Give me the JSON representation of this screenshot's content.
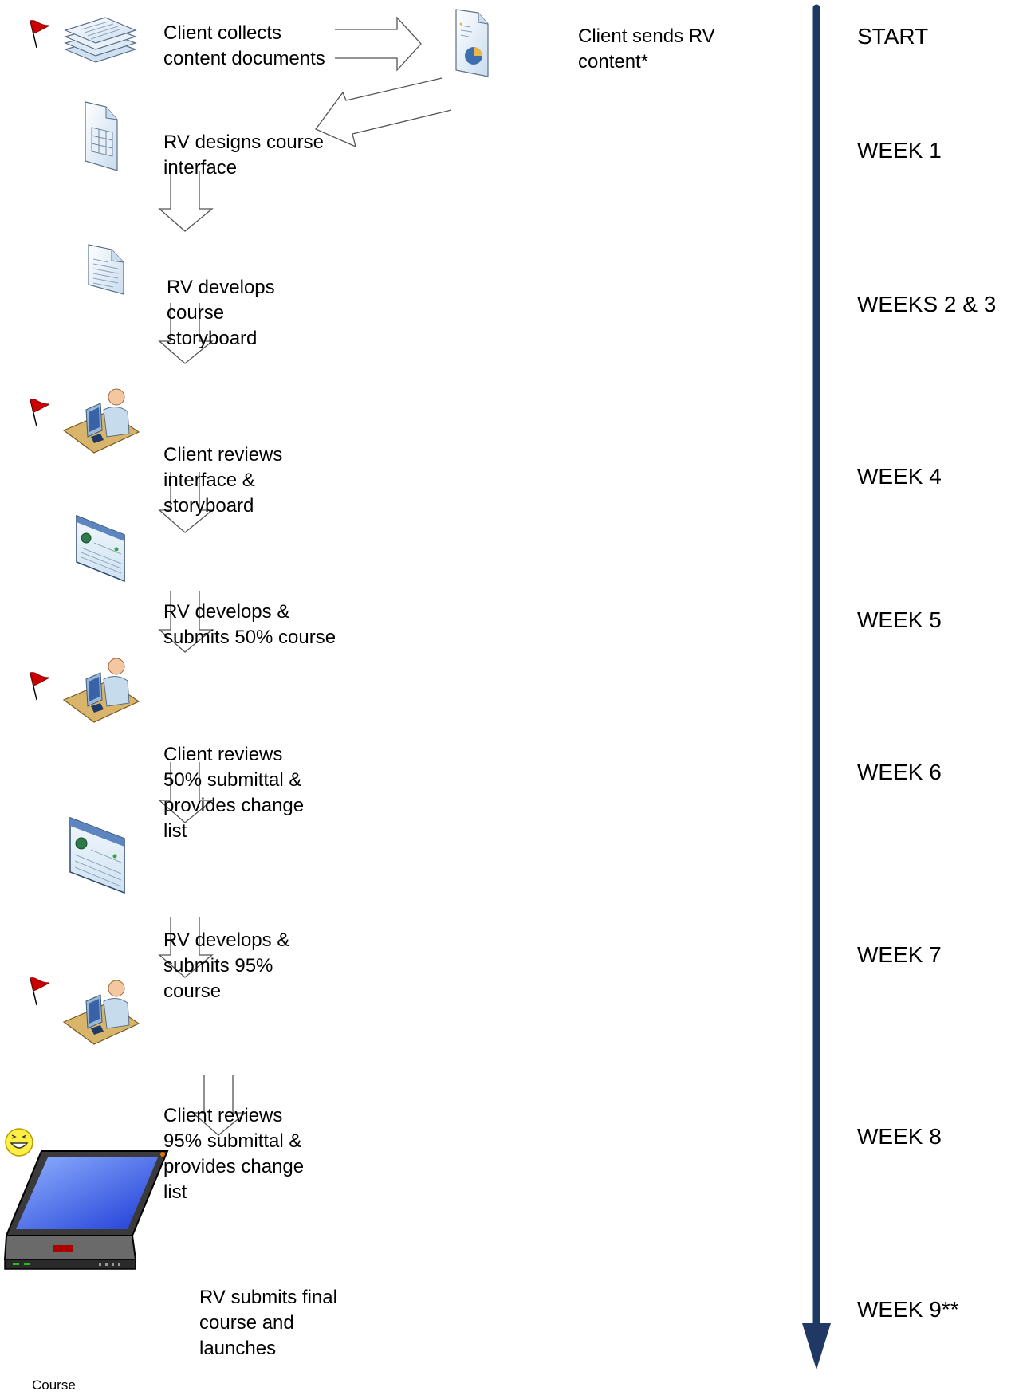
{
  "colors": {
    "timeline": "#1f3864",
    "flag": "#cc0000",
    "doc": "#dce9f5",
    "doc_stroke": "#5a7089",
    "desk": "#d9b56b",
    "person": "#f4c7a0",
    "screen": "#3355ee",
    "smiley": "#ffee44"
  },
  "steps": [
    {
      "label": "Client collects\ncontent documents",
      "icon": "stacked-documents-icon",
      "flag": true
    },
    {
      "label": "Client sends RV\ncontent*",
      "icon": "report-document-icon",
      "flag": false
    },
    {
      "label": "RV designs course\ninterface",
      "icon": "table-document-icon",
      "flag": false
    },
    {
      "label": "RV develops\ncourse\nstoryboard",
      "icon": "text-document-icon",
      "flag": false
    },
    {
      "label": "Client reviews\ninterface &\nstoryboard",
      "icon": "person-at-computer-icon",
      "flag": true
    },
    {
      "label": "RV develops &\nsubmits 50% course",
      "icon": "web-page-icon",
      "flag": false
    },
    {
      "label": "Client reviews\n50% submittal &\nprovides change\nlist",
      "icon": "person-at-computer-icon",
      "flag": true
    },
    {
      "label": "RV develops &\nsubmits 95%\ncourse",
      "icon": "web-page-icon",
      "flag": false
    },
    {
      "label": "Client reviews\n95% submittal &\nprovides change\nlist",
      "icon": "person-at-computer-icon",
      "flag": true
    },
    {
      "label": "RV submits final\ncourse and\nlaunches",
      "icon": "laptop-icon",
      "flag": false
    }
  ],
  "laptop_caption": "Course",
  "weeks": [
    "START",
    "WEEK 1",
    "WEEKS 2 & 3",
    "WEEK 4",
    "WEEK 5",
    "WEEK 6",
    "WEEK 7",
    "WEEK 8",
    "WEEK 9**"
  ]
}
